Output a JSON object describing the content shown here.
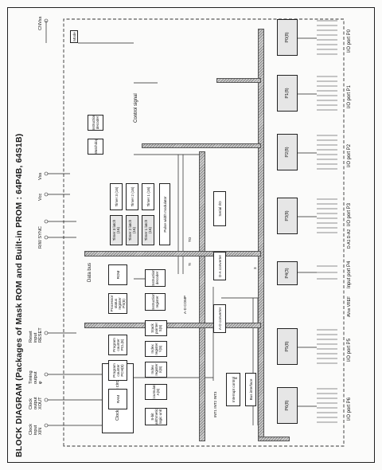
{
  "title": "BLOCK DIAGRAM (Packages of Mask ROM and Built-in PROM : 64P4B, 64S1B)",
  "pins": {
    "clock_input": {
      "line1": "Clock",
      "line2": "input",
      "line3": "XIN"
    },
    "clock_output": {
      "line1": "Clock",
      "line2": "output",
      "line3": "XOUT"
    },
    "timing_output": {
      "line1": "Timing",
      "line2": "output",
      "line3": "φ"
    },
    "reset_input": {
      "line1": "Reset",
      "line2": "input",
      "line3": "RESET"
    },
    "rw_sync": "R/W  SYNC",
    "vcc": "Vcc",
    "vss": "Vss",
    "cnvss": "CNVss"
  },
  "blocks": {
    "clock_gen": "Clock generating circuit",
    "ram": "RAM",
    "rom": "ROM",
    "data_bus": "Data bus",
    "control_signal": "Control signal",
    "bit8_alu": "8-bit arithmetic logic unit",
    "accumulator": "Accumulator A(8)",
    "index_x": "Index register X(8)",
    "index_y": "Index register Y(8)",
    "stack_pointer": "Stack pointer S(8)",
    "pch": "Program counter PCH(8)",
    "pcl": "Program counter PCL(8)",
    "processor_status": "Processor status register PS(8)",
    "instruction_reg": "Instruction register",
    "instruction_decoder": "Instruction decoder",
    "timer1": "Timer 1 (16)",
    "timer2": "Timer 2 (16)",
    "timer3": "Timer 3 (16)",
    "timer1_latch": "Timer 1 latch (16)",
    "timer2_latch": "Timer 2 latch (16)",
    "timer3_latch": "Timer 3 latch (16)",
    "pulse_width": "Pulse width modulator",
    "serial_io": "Serial I/O",
    "da_converter": "D-A converter",
    "ad_converter": "A-D converter",
    "ad_comp": "A-D COMP",
    "interrupt_control": "Interrupt control",
    "bus_interface": "Bus interface",
    "watchdog": "Watchdog",
    "chip_mode": "Mode",
    "small_8": "8",
    "small_3": "3"
  },
  "port_blocks": {
    "p0": "P0(8)",
    "p1": "P1(8)",
    "p2": "P2(8)",
    "p3": "P3(8)",
    "p4": "P4(3)",
    "p5": "P5(8)",
    "p6": "P6(8)"
  },
  "port_labels": {
    "p0": "I/O port P0",
    "p1": "I/O port P1",
    "p2": "I/O port P2",
    "p3": "I/O port P3",
    "p4": "Input port P4",
    "p5": "I/O port P5",
    "p6": "I/O port P6"
  },
  "signals": {
    "int": "INT1 INT2 INT3",
    "da_pins": "D-A1 D-A2",
    "avss_vref": "AVss  VREF",
    "ti": "TI",
    "to": "TO"
  }
}
